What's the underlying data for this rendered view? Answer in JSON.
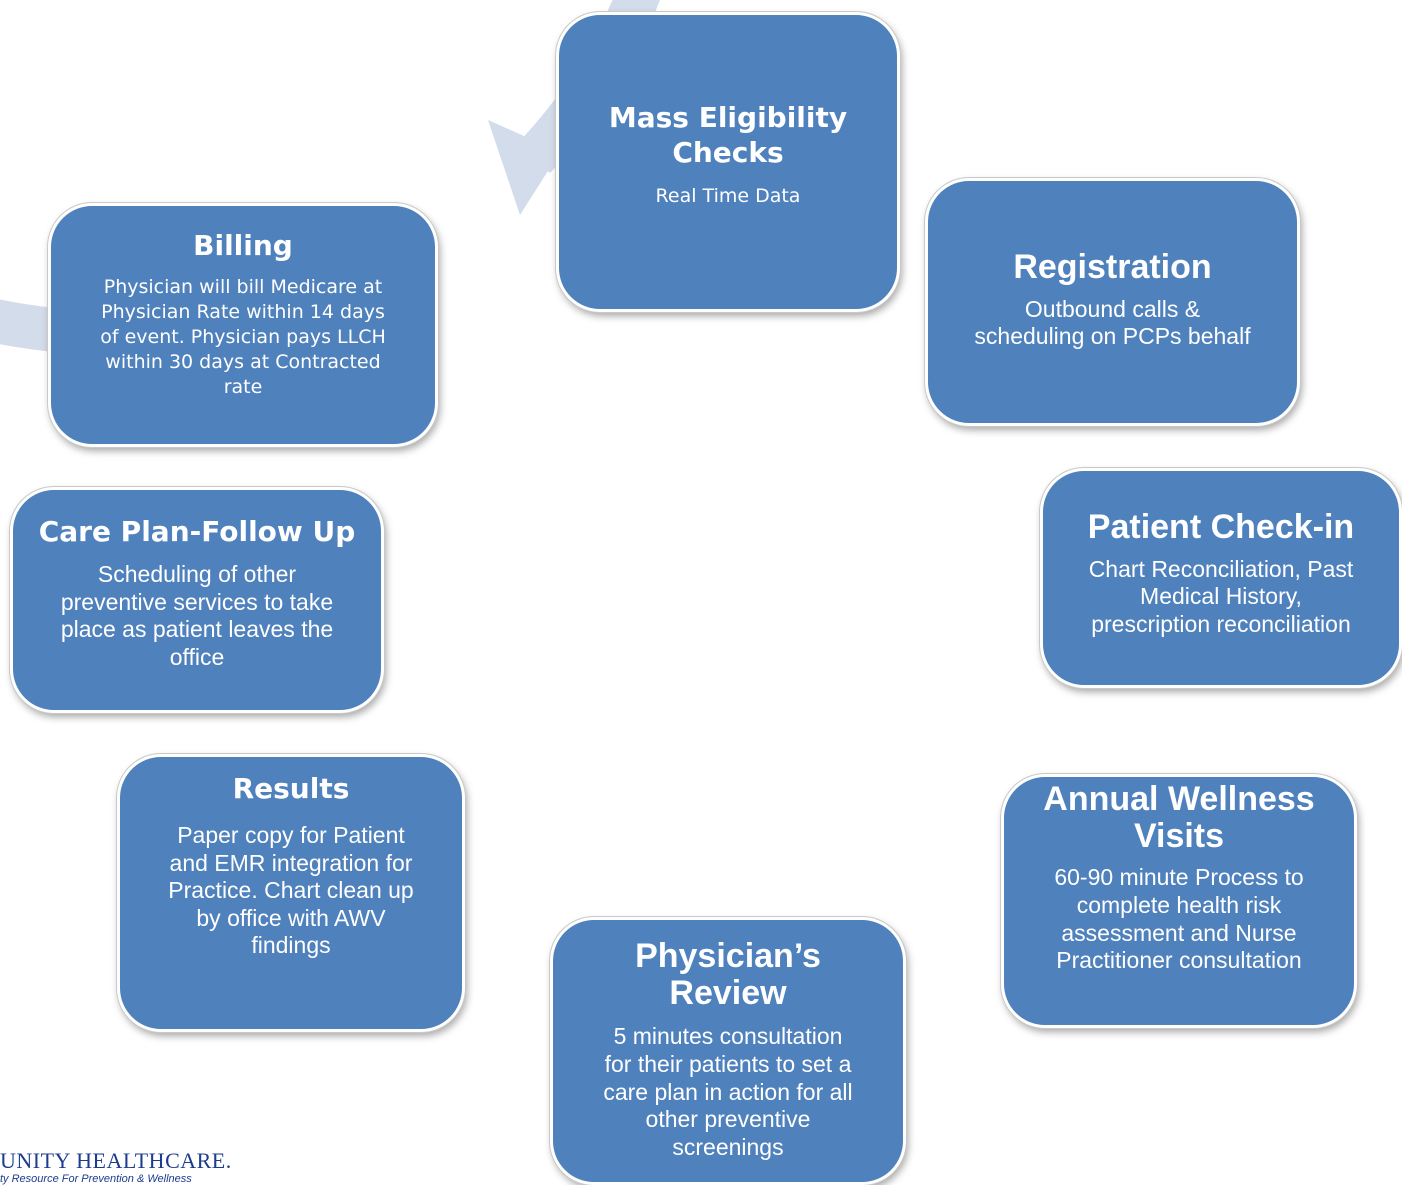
{
  "colors": {
    "node_fill": "#4f81bd",
    "node_border": "#ffffff",
    "ring": "#d3dcea",
    "text": "#ffffff",
    "logo": "#1d3c8e"
  },
  "steps": [
    {
      "title_lines": [
        "Mass Eligibility",
        "Checks"
      ],
      "description_lines": [
        "Real Time Data"
      ]
    },
    {
      "title_lines": [
        "Registration"
      ],
      "description_lines": [
        "Outbound calls &",
        "scheduling on PCPs behalf"
      ]
    },
    {
      "title_lines": [
        "Patient Check-in"
      ],
      "description_lines": [
        "Chart Reconciliation, Past",
        "Medical History,",
        "prescription reconciliation"
      ]
    },
    {
      "title_lines": [
        "Annual Wellness",
        "Visits"
      ],
      "description_lines": [
        "60-90 minute Process to",
        "complete health risk",
        "assessment and Nurse",
        "Practitioner consultation"
      ]
    },
    {
      "title_lines": [
        "Physician’s",
        "Review"
      ],
      "description_lines": [
        "5 minutes consultation",
        "for their patients to set a",
        "care plan in action for all",
        "other preventive",
        "screenings"
      ]
    },
    {
      "title_lines": [
        "Results"
      ],
      "description_lines": [
        "Paper copy for Patient",
        "and EMR integration for",
        "Practice. Chart clean up",
        "by office with AWV",
        "findings"
      ]
    },
    {
      "title_lines": [
        "Care Plan-Follow Up"
      ],
      "description_lines": [
        "Scheduling of other",
        "preventive services to take",
        "place as patient leaves the",
        "office"
      ]
    },
    {
      "title_lines": [
        "Billing"
      ],
      "description_lines": [
        "Physician will bill Medicare at",
        "Physician Rate within 14 days",
        "of event.  Physician pays LLCH",
        "within 30 days at Contracted",
        "rate"
      ]
    }
  ],
  "logo": {
    "name": "UNITY HEALTHCARE.",
    "tagline": "ty Resource For Prevention & Wellness"
  }
}
